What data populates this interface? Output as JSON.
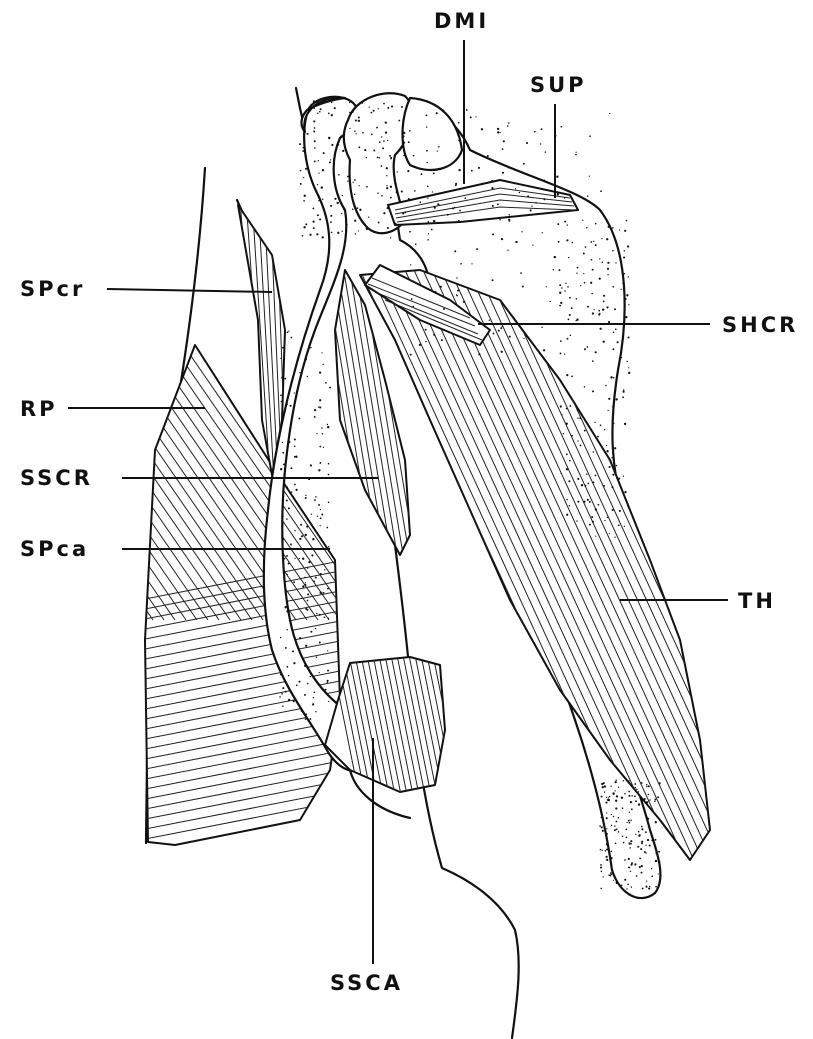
{
  "labels": {
    "dmi": "DMI",
    "sup": "SUP",
    "spcr": "SPcr",
    "shcr": "SHCR",
    "rp": "RP",
    "sscr": "SSCR",
    "spca": "SPca",
    "th": "TH",
    "ssca": "SSCA"
  },
  "colors": {
    "ink": "#111111",
    "paper": "#ffffff"
  }
}
